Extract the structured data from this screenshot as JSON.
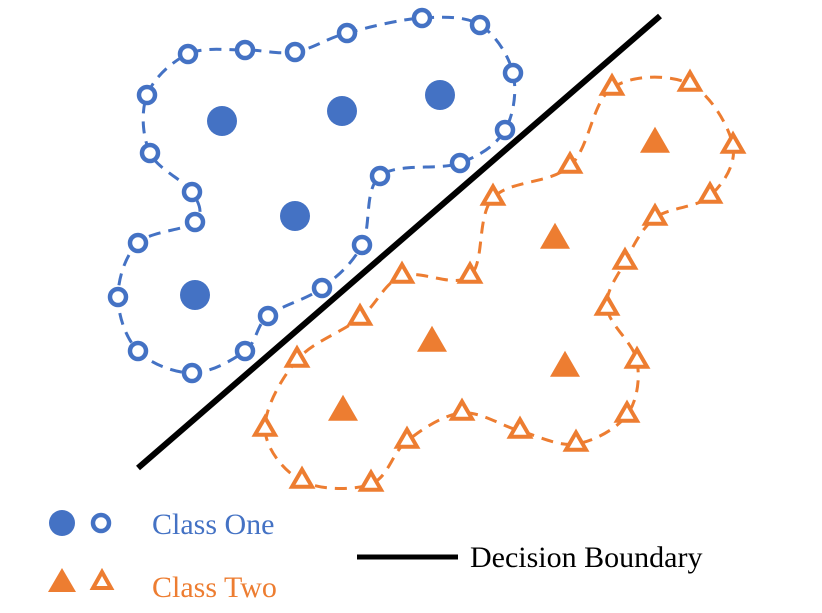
{
  "colors": {
    "class_one": "#4472C4",
    "class_two": "#ED7D31",
    "boundary": "#000000"
  },
  "legend": {
    "class_one_label": "Class One",
    "class_two_label": "Class Two",
    "boundary_label": "Decision Boundary"
  },
  "class_one": {
    "core_points": [
      [
        222,
        121
      ],
      [
        342,
        111
      ],
      [
        440,
        95
      ],
      [
        295,
        216
      ],
      [
        195,
        295
      ]
    ],
    "boundary_points": [
      [
        422,
        18
      ],
      [
        480,
        25
      ],
      [
        513,
        73
      ],
      [
        505,
        130
      ],
      [
        460,
        163
      ],
      [
        380,
        176
      ],
      [
        362,
        245
      ],
      [
        322,
        288
      ],
      [
        268,
        316
      ],
      [
        245,
        351
      ],
      [
        192,
        373
      ],
      [
        138,
        351
      ],
      [
        118,
        297
      ],
      [
        138,
        243
      ],
      [
        195,
        222
      ],
      [
        192,
        192
      ],
      [
        150,
        153
      ],
      [
        147,
        95
      ],
      [
        188,
        54
      ],
      [
        245,
        50
      ],
      [
        295,
        52
      ],
      [
        347,
        33
      ]
    ]
  },
  "class_two": {
    "core_points": [
      [
        655,
        144
      ],
      [
        555,
        240
      ],
      [
        432,
        343
      ],
      [
        565,
        368
      ],
      [
        343,
        412
      ]
    ],
    "boundary_points": [
      [
        612,
        88
      ],
      [
        690,
        84
      ],
      [
        733,
        146
      ],
      [
        710,
        196
      ],
      [
        655,
        218
      ],
      [
        625,
        262
      ],
      [
        607,
        308
      ],
      [
        637,
        361
      ],
      [
        627,
        415
      ],
      [
        576,
        444
      ],
      [
        520,
        431
      ],
      [
        462,
        413
      ],
      [
        407,
        441
      ],
      [
        371,
        484
      ],
      [
        302,
        481
      ],
      [
        265,
        429
      ],
      [
        297,
        360
      ],
      [
        360,
        318
      ],
      [
        402,
        276
      ],
      [
        470,
        276
      ],
      [
        493,
        198
      ],
      [
        570,
        166
      ]
    ]
  },
  "decision_boundary": {
    "from": [
      138,
      468
    ],
    "to": [
      660,
      16
    ]
  }
}
